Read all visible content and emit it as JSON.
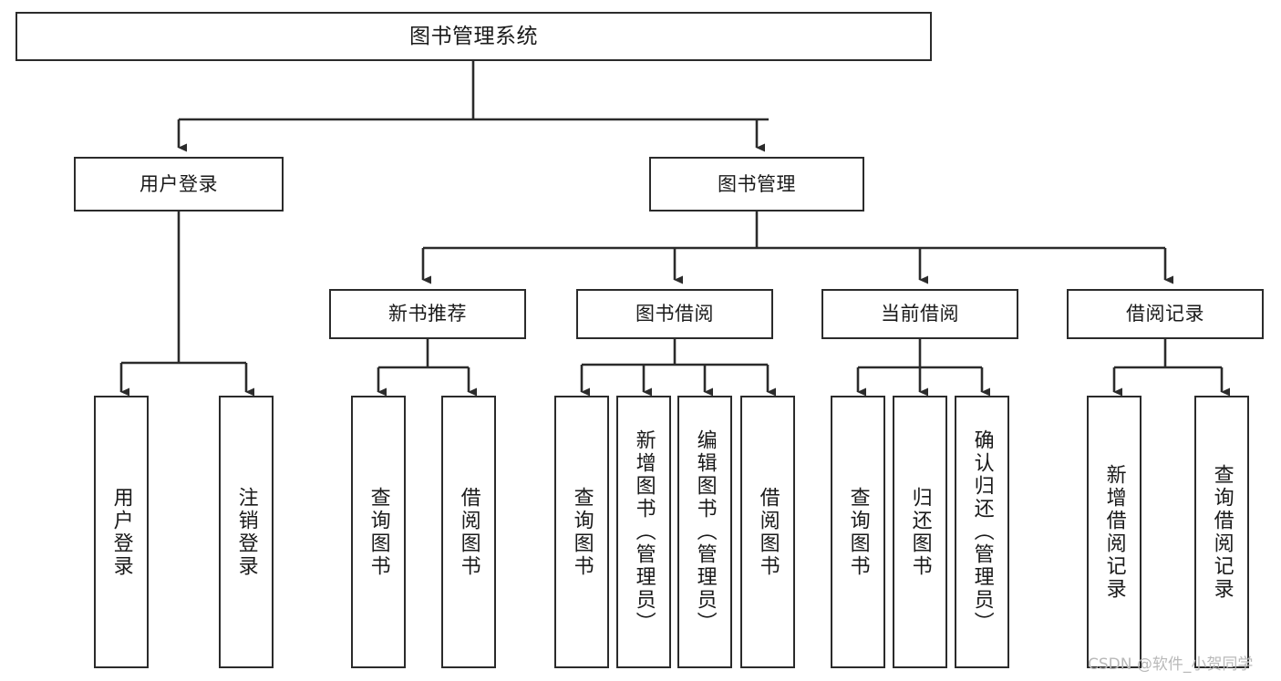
{
  "diagram": {
    "title": "图书管理系统",
    "type": "tree-structure-chart",
    "watermark": "CSDN @软件_小贺同学",
    "edge_color": "#2b2b2b",
    "node_border_color": "#2b2b2b",
    "node_fill_color": "#ffffff",
    "background_color": "#ffffff",
    "nodes": {
      "root": {
        "label": "图书管理系统"
      },
      "level1": [
        {
          "id": "user-login",
          "label": "用户登录"
        },
        {
          "id": "book-manage",
          "label": "图书管理"
        }
      ],
      "level2": [
        {
          "id": "new-book-recommend",
          "label": "新书推荐"
        },
        {
          "id": "book-borrow",
          "label": "图书借阅"
        },
        {
          "id": "current-borrow",
          "label": "当前借阅"
        },
        {
          "id": "borrow-record",
          "label": "借阅记录"
        }
      ],
      "leaves": {
        "user-login": [
          {
            "id": "leaf-user-login",
            "label": "用户登录"
          },
          {
            "id": "leaf-logout-login",
            "label": "注销登录"
          }
        ],
        "new-book-recommend": [
          {
            "id": "leaf-query-book-1",
            "label": "查询图书"
          },
          {
            "id": "leaf-borrow-book-1",
            "label": "借阅图书"
          }
        ],
        "book-borrow": [
          {
            "id": "leaf-query-book-2",
            "label": "查询图书"
          },
          {
            "id": "leaf-add-book",
            "label": "新增图书（管理员）"
          },
          {
            "id": "leaf-edit-book",
            "label": "编辑图书（管理员）"
          },
          {
            "id": "leaf-borrow-book-2",
            "label": "借阅图书"
          }
        ],
        "current-borrow": [
          {
            "id": "leaf-query-book-3",
            "label": "查询图书"
          },
          {
            "id": "leaf-return-book",
            "label": "归还图书"
          },
          {
            "id": "leaf-confirm-return",
            "label": "确认归还（管理员）"
          }
        ],
        "borrow-record": [
          {
            "id": "leaf-add-record",
            "label": "新增借阅记录"
          },
          {
            "id": "leaf-query-record",
            "label": "查询借阅记录"
          }
        ]
      }
    }
  }
}
